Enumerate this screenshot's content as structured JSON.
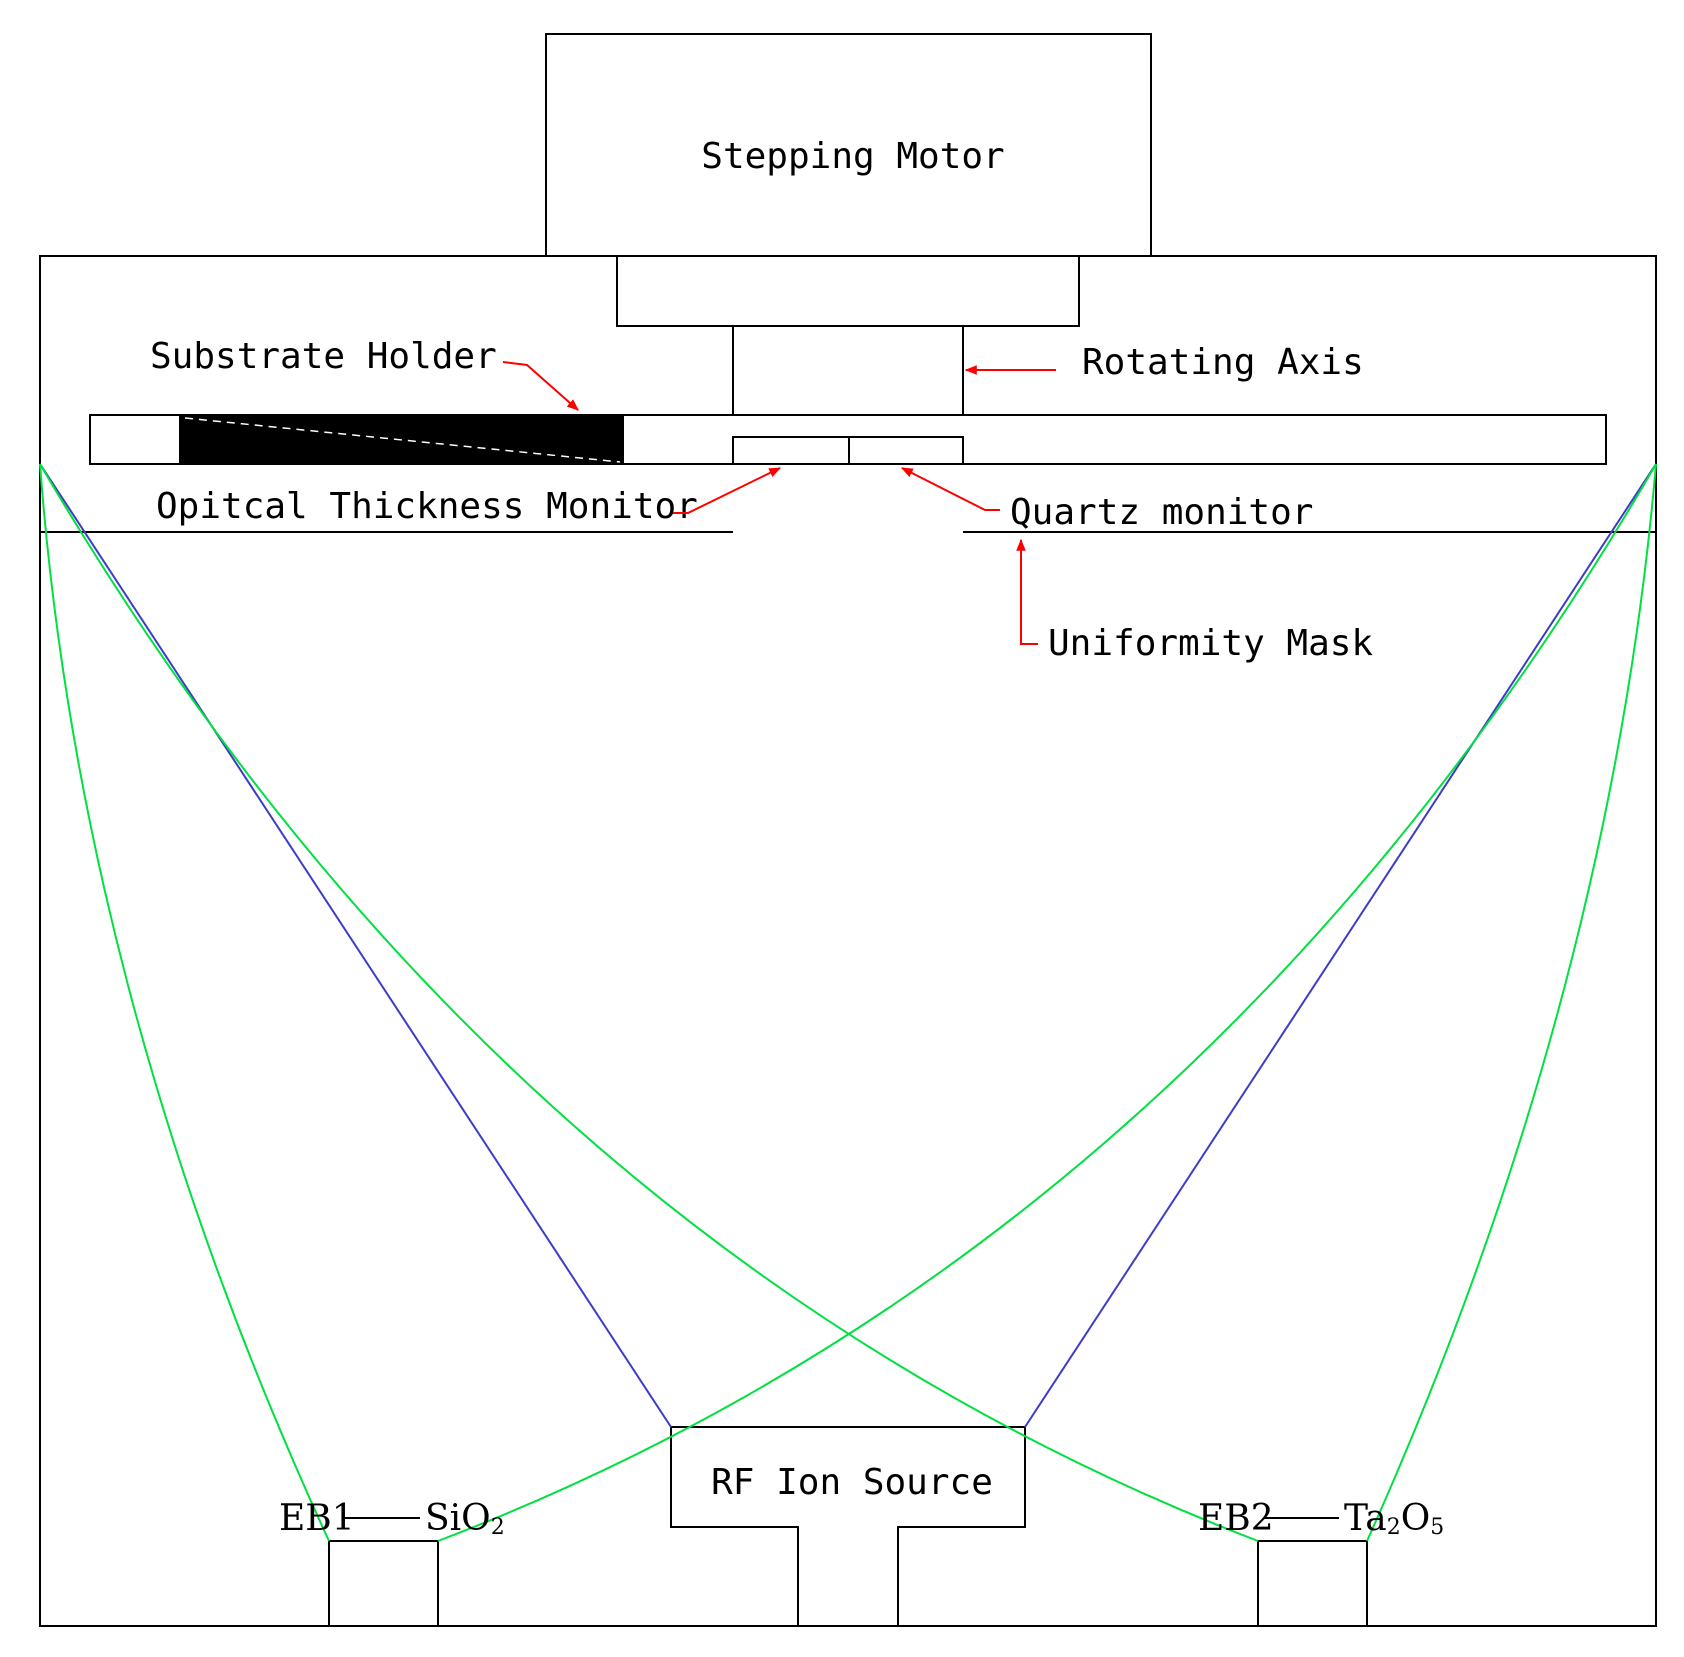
{
  "labels": {
    "stepping_motor": "Stepping Motor",
    "substrate_holder": "Substrate Holder",
    "rotating_axis": "Rotating Axis",
    "optical_monitor": "Opitcal Thickness Monitor",
    "quartz_monitor": "Quartz monitor",
    "uniformity_mask": "Uniformity Mask",
    "rf_ion_source": "RF Ion Source",
    "eb1_name": "EB1",
    "eb1_material": "SiO",
    "eb1_material_subscript": "2",
    "eb2_name": "EB2",
    "eb2_material_a": "Ta",
    "eb2_material_a_subscript": "2",
    "eb2_material_b": "O",
    "eb2_material_b_subscript": "5"
  },
  "colors": {
    "outline": "#000000",
    "annotation_arrow": "#ff0000",
    "ion_beam": "#3c3cc8",
    "evaporation_plume": "#00e040"
  }
}
